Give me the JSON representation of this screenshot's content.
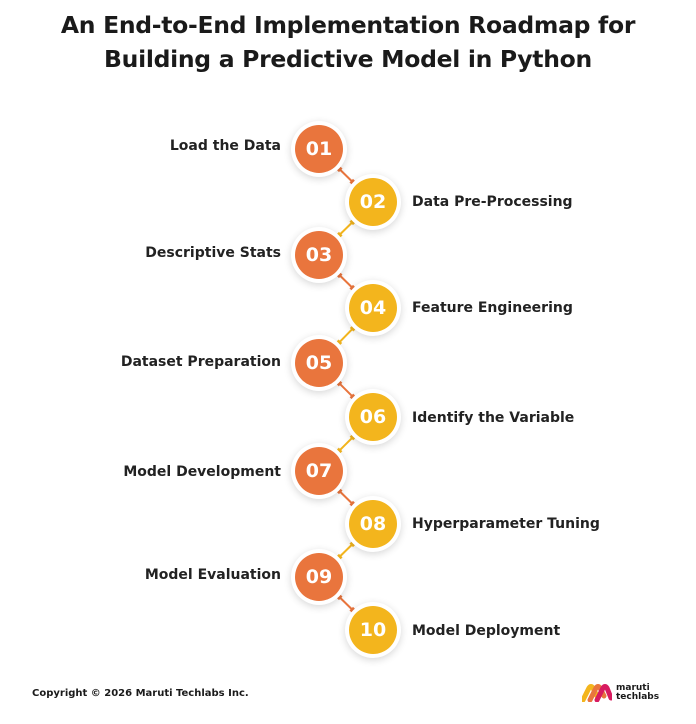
{
  "title_line1": "An End-to-End Implementation Roadmap for",
  "title_line2": "Building a Predictive Model in Python",
  "steps": [
    {
      "number": "01",
      "label": "Load the Data",
      "side": "left",
      "color": "#e9753d"
    },
    {
      "number": "02",
      "label": "Data Pre-Processing",
      "side": "right",
      "color": "#f3b51d"
    },
    {
      "number": "03",
      "label": "Descriptive Stats",
      "side": "left",
      "color": "#e9753d"
    },
    {
      "number": "04",
      "label": "Feature Engineering",
      "side": "right",
      "color": "#f3b51d"
    },
    {
      "number": "05",
      "label": "Dataset Preparation",
      "side": "left",
      "color": "#e9753d"
    },
    {
      "number": "06",
      "label": "Identify the Variable",
      "side": "right",
      "color": "#f3b51d"
    },
    {
      "number": "07",
      "label": "Model Development",
      "side": "left",
      "color": "#e9753d"
    },
    {
      "number": "08",
      "label": "Hyperparameter Tuning",
      "side": "right",
      "color": "#f3b51d"
    },
    {
      "number": "09",
      "label": "Model Evaluation",
      "side": "left",
      "color": "#e9753d"
    },
    {
      "number": "10",
      "label": "Model Deployment",
      "side": "right",
      "color": "#f3b51d"
    }
  ],
  "footer": {
    "copyright": "Copyright © 2026 Maruti Techlabs Inc.",
    "logo_line1": "maruti",
    "logo_line2": "techlabs"
  },
  "colors": {
    "orange": "#e9753d",
    "yellow": "#f3b51d",
    "connector_orange": "#e9753d",
    "connector_yellow": "#f3b51d"
  }
}
